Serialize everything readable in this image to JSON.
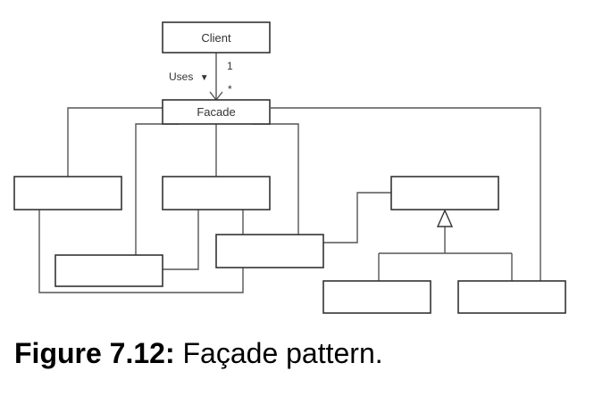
{
  "diagram": {
    "client_label": "Client",
    "facade_label": "Facade",
    "uses_label": "Uses",
    "uses_arrow_glyph": "▼",
    "multiplicity_top": "1",
    "multiplicity_bottom": "*"
  },
  "caption": {
    "number": "Figure 7.12:",
    "text": "Façade pattern."
  }
}
